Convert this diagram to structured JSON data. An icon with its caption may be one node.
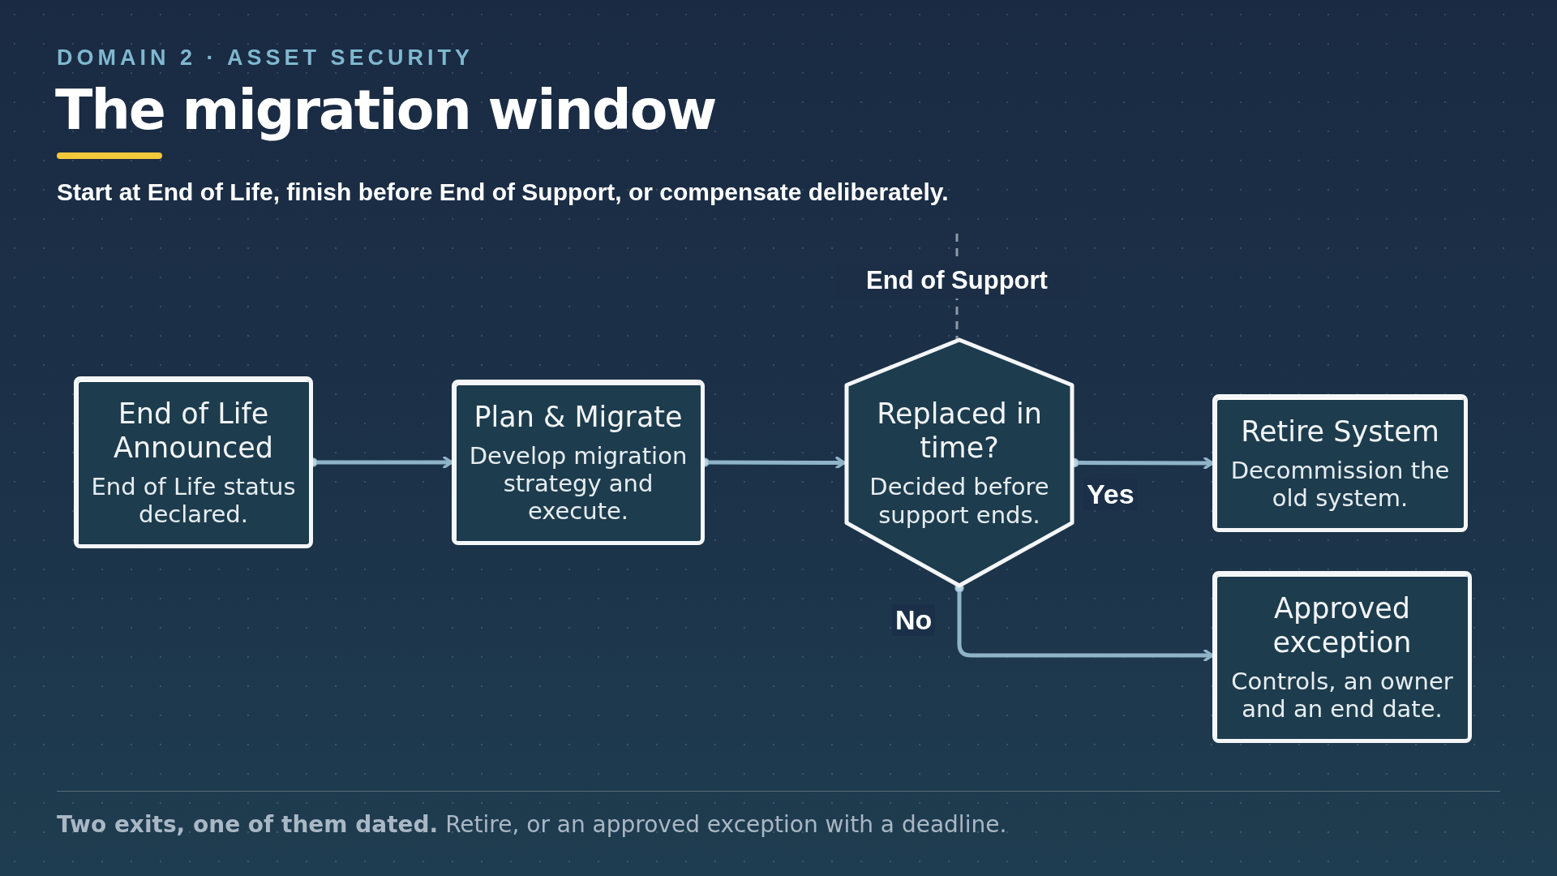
{
  "diagram": {
    "title": "The migration window",
    "nodes": [
      {
        "text": [
          "End of Life Announced",
          "End of Life status declared."
        ]
      },
      {
        "text": [
          "Plan & Migrate",
          "Develop migration strategy and execute."
        ]
      },
      {
        "text": [
          "Replaced in time?",
          "Decided before support ends."
        ]
      },
      {
        "text": [
          "Retire System",
          "Decommission the old system."
        ]
      },
      {
        "text": [
          "Approved exception",
          "Controls, an owner and an end date."
        ]
      }
    ],
    "edges": [
      {
        "from": 0,
        "to": 1,
        "arrow": "to"
      },
      {
        "from": 1,
        "to": 2,
        "arrow": "to"
      },
      {
        "from": 2,
        "to": 3,
        "arrow": "to",
        "label": "Yes"
      },
      {
        "from": 2,
        "to": 4,
        "arrow": "to",
        "label": "No"
      }
    ],
    "labels": [
      "DOMAIN 2 · ASSET SECURITY",
      "Start at End of Life, finish before End of Support, or compensate deliberately.",
      "End of Support",
      "**Two exits, one of them dated.** Retire, or an approved exception with a deadline."
    ]
  }
}
